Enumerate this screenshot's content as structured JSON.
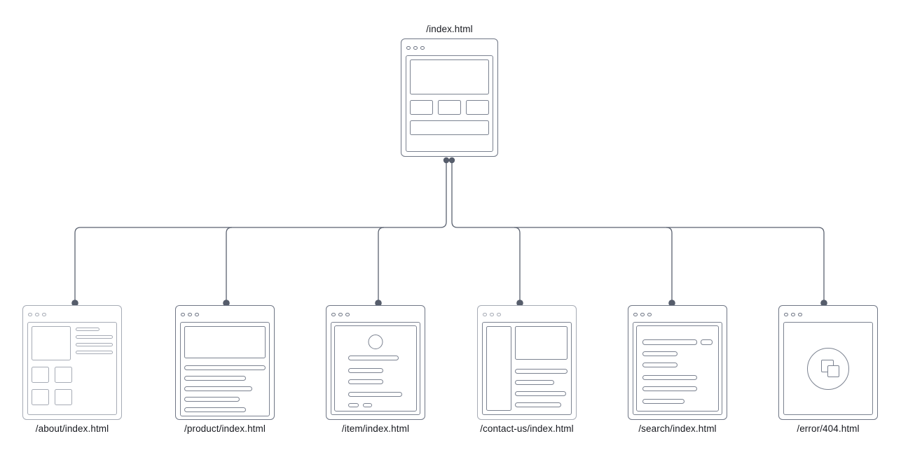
{
  "sitemap": {
    "title_note": "site structure diagram of browser-window wireframes",
    "root": {
      "label": "/index.html",
      "wireframe": "hero, three feature boxes, footer bar"
    },
    "children": [
      {
        "label": "/about/index.html",
        "wireframe": "image with text lines and 2x2 thumbnail grid"
      },
      {
        "label": "/product/index.html",
        "wireframe": "hero banner with five text lines"
      },
      {
        "label": "/item/index.html",
        "wireframe": "card with avatar circle, text lines, two small buttons"
      },
      {
        "label": "/contact-us/index.html",
        "wireframe": "left sidebar, content block and text lines"
      },
      {
        "label": "/search/index.html",
        "wireframe": "search bar with button and result lines"
      },
      {
        "label": "/error/404.html",
        "wireframe": "circle badge with overlapping pages icon"
      }
    ],
    "colors": {
      "background": "#ffffff",
      "connector_line": "#5b6270",
      "connector_dot": "#565d6b",
      "frame_dark": "#6f7685",
      "frame_light": "#a6abb5",
      "label_text": "#17191f"
    }
  }
}
